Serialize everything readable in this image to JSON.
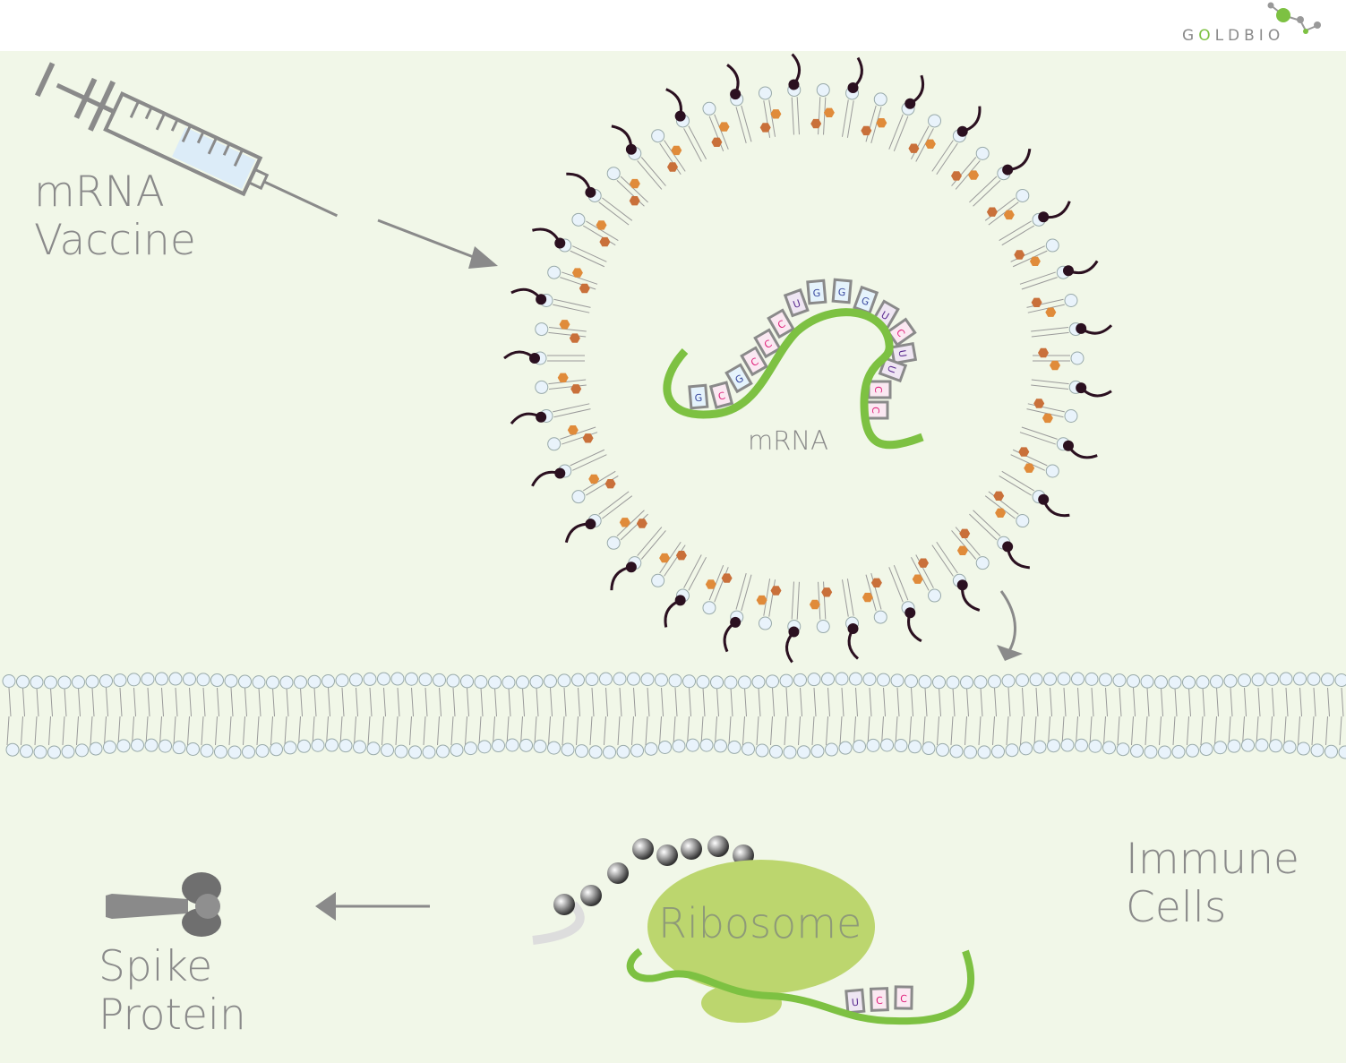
{
  "brand": {
    "logo_text_pre": "G",
    "logo_text_accent": "O",
    "logo_text_post": "LDBIO"
  },
  "labels": {
    "vaccine_line1": "mRNA",
    "vaccine_line2": "Vaccine",
    "mrna": "mRNA",
    "ribosome": "Ribosome",
    "immune_line1": "Immune",
    "immune_line2": "Cells",
    "spike_line1": "Spike",
    "spike_line2": "Protein"
  },
  "nucleotides": [
    "G",
    "C",
    "G",
    "C",
    "C",
    "C",
    "U",
    "G",
    "G",
    "G",
    "U",
    "C",
    "U",
    "U",
    "C",
    "C"
  ],
  "ribosome_nucleotides": [
    "U",
    "C",
    "C"
  ],
  "colors": {
    "background": "#f1f7e8",
    "mrna_strand": "#7dc142",
    "ribosome": "#bcd66e",
    "lipid_head": "#e9f3fb",
    "cholesterol": "#e08b3a",
    "peg_head": "#2b1020",
    "text": "#8a8a8a",
    "nuc_G": "#e5f3fc",
    "nuc_C": "#fbe8f2",
    "nuc_U": "#efe6f3"
  }
}
